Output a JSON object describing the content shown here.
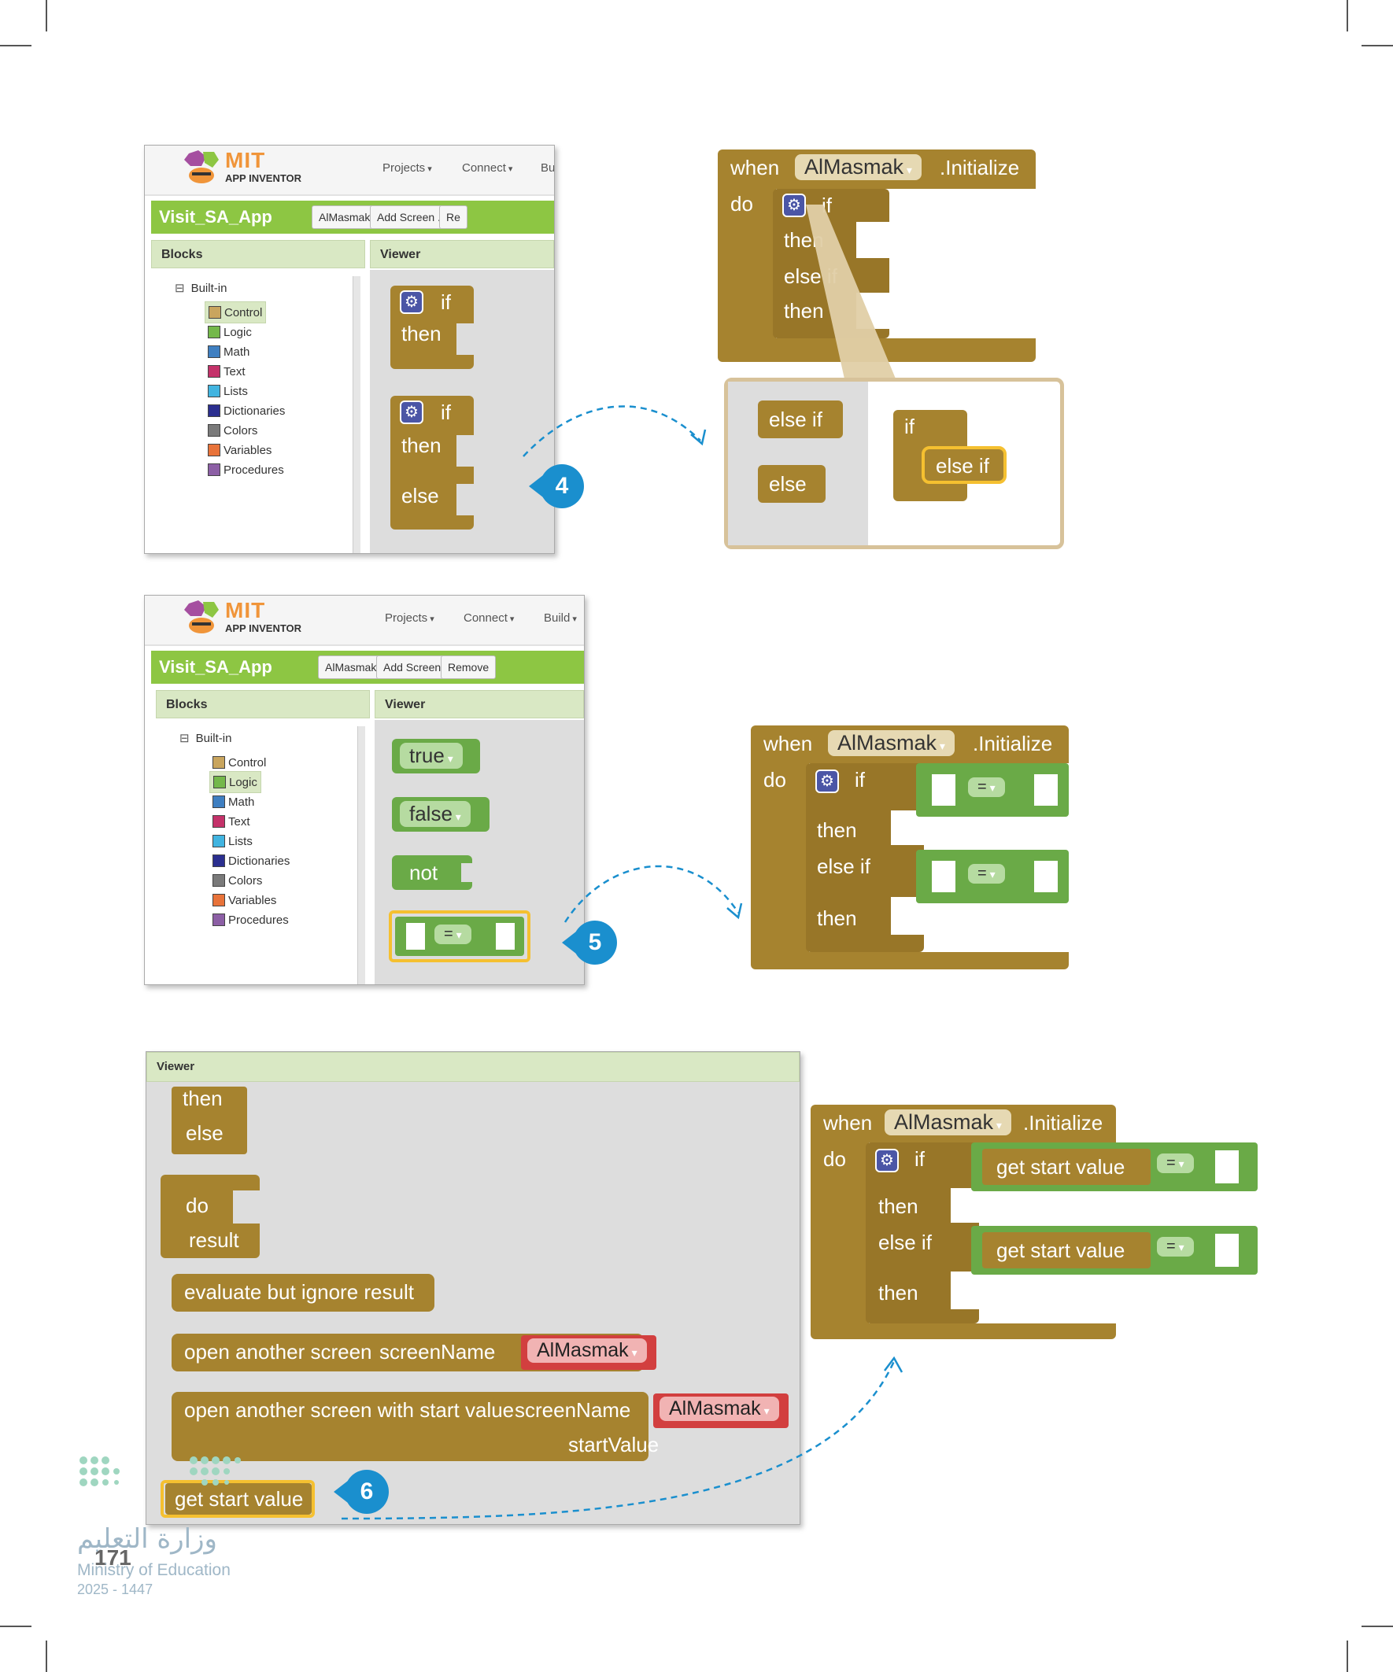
{
  "app": {
    "logo_mit": "MIT",
    "logo_sub": "APP INVENTOR",
    "menu": [
      "Projects",
      "Connect",
      "Build"
    ],
    "project_name": "Visit_SA_App",
    "screen_button": "AlMasmak",
    "add_screen_button": "Add Screen ...",
    "remove_button": "Remove",
    "blocks_header": "Blocks",
    "viewer_header": "Viewer",
    "builtin": "Built-in",
    "drawers": [
      {
        "label": "Control",
        "color": "#c9a55e"
      },
      {
        "label": "Logic",
        "color": "#74b84a"
      },
      {
        "label": "Math",
        "color": "#3f7fc1"
      },
      {
        "label": "Text",
        "color": "#c4326a"
      },
      {
        "label": "Lists",
        "color": "#41b4e0"
      },
      {
        "label": "Dictionaries",
        "color": "#2b2f8f"
      },
      {
        "label": "Colors",
        "color": "#7a7a7a"
      },
      {
        "label": "Variables",
        "color": "#e8733a"
      },
      {
        "label": "Procedures",
        "color": "#8c5fa5"
      }
    ]
  },
  "step4": {
    "badge": "4",
    "viewer_blocks": [
      {
        "if": "if",
        "then": "then"
      },
      {
        "if": "if",
        "then": "then",
        "else": "else"
      }
    ],
    "event": {
      "when": "when",
      "component": "AlMasmak",
      "event": ".Initialize",
      "do": "do",
      "if": "if",
      "then1": "then",
      "elseif": "else if",
      "then2": "then"
    },
    "mutator": {
      "else_if": "else if",
      "else": "else",
      "if": "if",
      "else_if_slot": "else if"
    }
  },
  "step5": {
    "badge": "5",
    "logic_blocks": {
      "true": "true",
      "false": "false",
      "not": "not",
      "eq": "="
    },
    "event": {
      "when": "when",
      "component": "AlMasmak",
      "event": ".Initialize",
      "do": "do",
      "if": "if",
      "then1": "then",
      "elseif": "else if",
      "then2": "then",
      "eq": "="
    }
  },
  "step6": {
    "badge": "6",
    "viewer_header": "Viewer",
    "blocks": {
      "then": "then",
      "else": "else",
      "do": "do",
      "result": "result",
      "evaluate": "evaluate but ignore result",
      "open_screen": "open another screen",
      "screen_name": "screenName",
      "screen_value": "AlMasmak",
      "open_screen_sv": "open another screen with start value",
      "start_value": "startValue",
      "get_start_value": "get start value"
    },
    "event": {
      "when": "when",
      "component": "AlMasmak",
      "event": ".Initialize",
      "do": "do",
      "if": "if",
      "then1": "then",
      "elseif": "else if",
      "then2": "then",
      "get": "get start value",
      "eq": "="
    }
  },
  "footer": {
    "page_number": "171",
    "ministry_ar": "وزارة التعليم",
    "ministry_en": "Ministry of Education",
    "year": "2025 - 1447"
  }
}
